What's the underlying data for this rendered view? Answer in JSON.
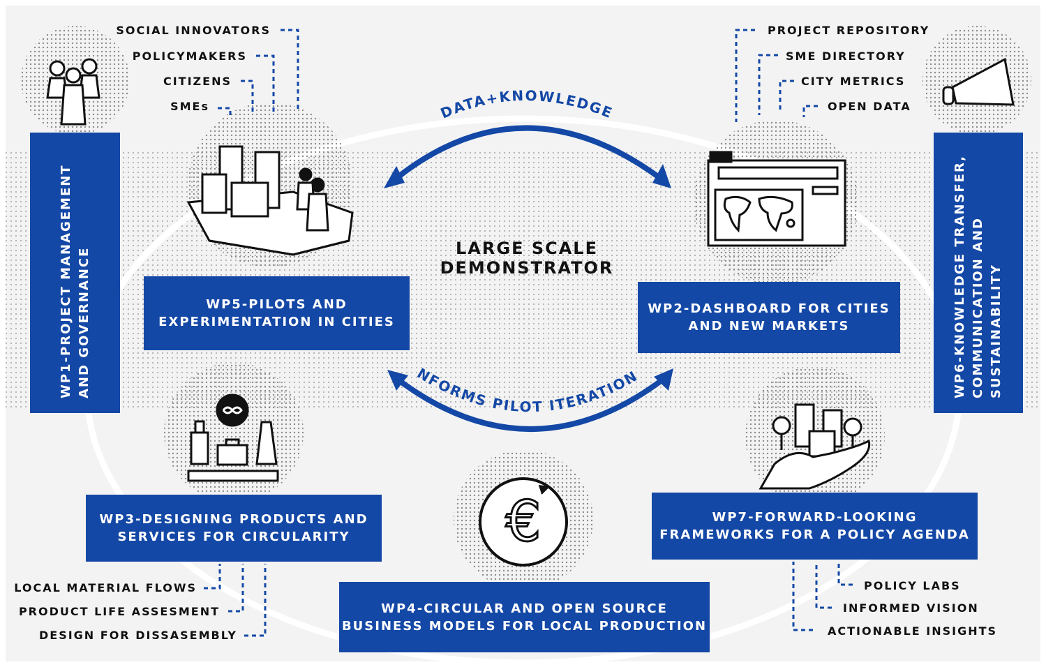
{
  "center": {
    "title": "LARGE SCALE\nDEMONSTRATOR"
  },
  "arcs": {
    "top": "DATA+KNOWLEDGE",
    "bottom": "INFORMS PILOT ITERATIONS"
  },
  "work_packages": {
    "wp1": "WP1-PROJECT MANAGEMENT\nAND GOVERNANCE",
    "wp2": "WP2-DASHBOARD FOR CITIES\nAND NEW MARKETS",
    "wp3": "WP3-DESIGNING PRODUCTS AND\nSERVICES FOR CIRCULARITY",
    "wp4": "WP4-CIRCULAR AND OPEN SOURCE\nBUSINESS MODELS FOR LOCAL PRODUCTION",
    "wp5": "WP5-PILOTS AND\nEXPERIMENTATION IN CITIES",
    "wp6": "WP6-KNOWLEDGE TRANSFER,\nCOMMUNICATION AND\nSUSTAINABILITY",
    "wp7": "WP7-FORWARD-LOOKING\nFRAMEWORKS FOR A POLICY AGENDA"
  },
  "labels": {
    "top_left": [
      "SOCIAL INNOVATORS",
      "POLICYMAKERS",
      "CITIZENS",
      "SMEs"
    ],
    "top_right": [
      "PROJECT REPOSITORY",
      "SME DIRECTORY",
      "CITY METRICS",
      "OPEN DATA"
    ],
    "bottom_left": [
      "LOCAL MATERIAL FLOWS",
      "PRODUCT LIFE ASSESMENT",
      "DESIGN FOR DISSASEMBLY"
    ],
    "bottom_right": [
      "POLICY LABS",
      "INFORMED VISION",
      "ACTIONABLE INSIGHTS"
    ]
  },
  "icons": {
    "wp1": "people-group-icon",
    "wp5": "city-buildings-icon",
    "wp2": "browser-world-map-icon",
    "wp6": "megaphone-icon",
    "wp3": "circular-products-icon",
    "wp4": "euro-cycle-icon",
    "wp7": "hand-holding-city-icon"
  },
  "colors": {
    "accent": "#1448a6",
    "text": "#111111",
    "background": "#f3f3f3",
    "dots": "#9a9a9a"
  }
}
